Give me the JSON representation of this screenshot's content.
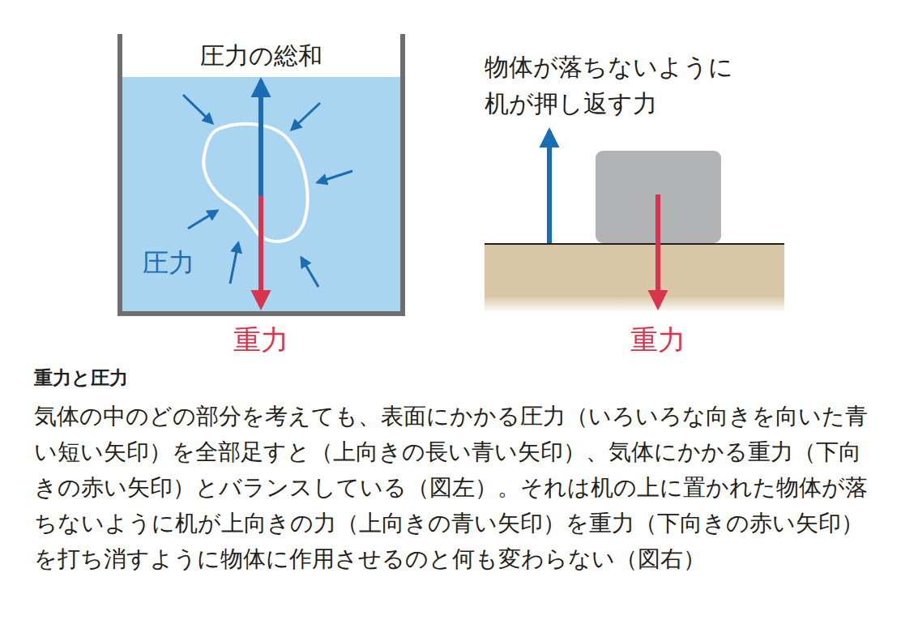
{
  "diagram": {
    "title": "重力と圧力",
    "caption": "気体の中のどの部分を考えても、表面にかかる圧力（いろいろな向きを向いた青い短い矢印）を全部足すと（上向きの長い青い矢印）、気体にかかる重力（下向きの赤い矢印）とバランスしている（図左）。それは机の上に置かれた物体が落ちないように机が上向きの力（上向きの青い矢印）を重力（下向きの赤い矢印）を打ち消すように物体に作用させるのと何も変わらない（図右）",
    "labels": [
      "圧力の総和",
      "圧力",
      "重力",
      "物体が落ちないように 机が押し返す力",
      "重力"
    ]
  }
}
